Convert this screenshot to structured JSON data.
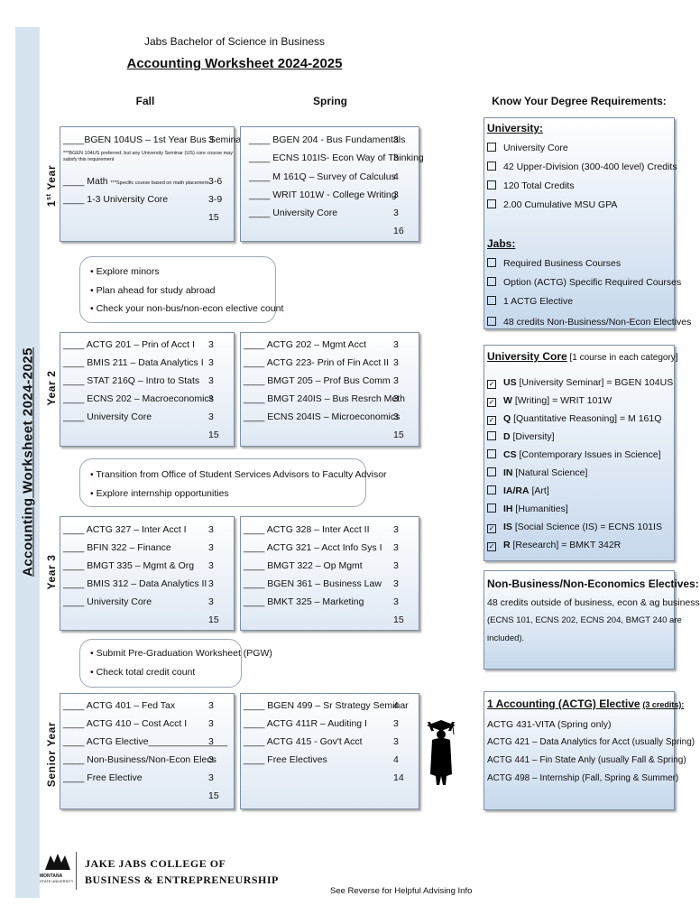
{
  "header": {
    "line1": "Jabs Bachelor of Science in Business",
    "line2": "Accounting Worksheet 2024-2025"
  },
  "columns": {
    "fall": "Fall",
    "spring": "Spring",
    "requirements": "Know Your Degree Requirements:"
  },
  "sidebar": {
    "title": "Accounting Worksheet 2024-2025"
  },
  "years": [
    {
      "label": "1st Year",
      "fall": [
        {
          "text": "____BGEN 104US – 1st Year Bus Seminar",
          "credits": "3"
        },
        {
          "text": "____ Math",
          "note": "***Specific course based on math placement",
          "credits": "3-6"
        },
        {
          "text": "____ 1-3 University Core",
          "credits": "3-9"
        }
      ],
      "fall_note": "***BGEN 104US preferred, but any University Seminar (US) core course may satisfy this requirement",
      "fall_total": "15",
      "spring": [
        {
          "text": "____ BGEN 204 - Bus Fundamentals",
          "credits": "3"
        },
        {
          "text": "____ ECNS 101IS- Econ Way of Thinking",
          "credits": "3"
        },
        {
          "text": "____ M 161Q – Survey of Calculus",
          "credits": "4"
        },
        {
          "text": "____ WRIT 101W - College Writing",
          "credits": "3"
        },
        {
          "text": "____ University Core",
          "credits": "3"
        }
      ],
      "spring_total": "16",
      "tips": [
        "Explore minors",
        "Plan ahead for study abroad",
        "Check your non-bus/non-econ elective count"
      ]
    },
    {
      "label": "Year 2",
      "fall": [
        {
          "text": "____ ACTG 201 – Prin of Acct I",
          "credits": "3"
        },
        {
          "text": "____ BMIS 211 – Data Analytics I",
          "credits": "3"
        },
        {
          "text": "____ STAT 216Q – Intro to Stats",
          "credits": "3"
        },
        {
          "text": "____ ECNS 202 – Macroeconomics",
          "credits": "3"
        },
        {
          "text": "____ University Core",
          "credits": "3"
        }
      ],
      "fall_total": "15",
      "spring": [
        {
          "text": "____ ACTG 202 – Mgmt Acct",
          "credits": "3"
        },
        {
          "text": "____ ACTG 223- Prin of Fin Acct II",
          "credits": "3"
        },
        {
          "text": "____ BMGT 205 – Prof Bus Comm",
          "credits": "3"
        },
        {
          "text": "____ BMGT 240IS – Bus Resrch Meth",
          "credits": "3"
        },
        {
          "text": "____ ECNS 204IS – Microeconomics",
          "credits": "3"
        }
      ],
      "spring_total": "15",
      "tips": [
        "Transition from Office of Student Services Advisors to Faculty Advisor",
        "Explore internship opportunities"
      ]
    },
    {
      "label": "Year 3",
      "fall": [
        {
          "text": "____ ACTG 327 – Inter Acct I",
          "credits": "3"
        },
        {
          "text": "____ BFIN 322 – Finance",
          "credits": "3"
        },
        {
          "text": "____ BMGT 335 – Mgmt & Org",
          "credits": "3"
        },
        {
          "text": "____ BMIS 312 – Data Analytics II",
          "credits": "3"
        },
        {
          "text": "____ University Core",
          "credits": "3"
        }
      ],
      "fall_total": "15",
      "spring": [
        {
          "text": "____ ACTG 328 – Inter Acct II",
          "credits": "3"
        },
        {
          "text": "____ ACTG 321 – Acct Info Sys I",
          "credits": "3"
        },
        {
          "text": "____ BMGT 322 – Op Mgmt",
          "credits": "3"
        },
        {
          "text": "____ BGEN 361 – Business Law",
          "credits": "3"
        },
        {
          "text": "____ BMKT 325 – Marketing",
          "credits": "3"
        }
      ],
      "spring_total": "15",
      "tips": [
        "Submit Pre-Graduation Worksheet (PGW)",
        "Check total credit count"
      ]
    },
    {
      "label": "Senior Year",
      "fall": [
        {
          "text": "____ ACTG 401 – Fed Tax",
          "credits": "3"
        },
        {
          "text": "____ ACTG 410 – Cost Acct I",
          "credits": "3"
        },
        {
          "text": "____ ACTG Elective_______________",
          "credits": "3"
        },
        {
          "text": "____ Non-Business/Non-Econ Elecs",
          "credits": "3"
        },
        {
          "text": "____ Free Elective",
          "credits": "3"
        }
      ],
      "fall_total": "15",
      "spring": [
        {
          "text": "____ BGEN 499 – Sr Strategy Seminar",
          "credits": "4"
        },
        {
          "text": "____ ACTG 411R – Auditing I",
          "credits": "3"
        },
        {
          "text": "____ ACTG 415 - Gov't Acct",
          "credits": "3"
        },
        {
          "text": "____ Free Electives",
          "credits": "4"
        }
      ],
      "spring_total": "14"
    }
  ],
  "requirements": {
    "university": {
      "heading": "University:",
      "items": [
        "University Core",
        "42 Upper-Division (300-400 level) Credits",
        "120 Total Credits",
        "2.00 Cumulative MSU GPA"
      ]
    },
    "jabs": {
      "heading": "Jabs:",
      "items": [
        "Required Business Courses",
        "Option (ACTG) Specific Required Courses",
        "1 ACTG Elective",
        "48 credits Non-Business/Non-Econ Electives"
      ]
    },
    "core": {
      "heading": "University Core",
      "heading_suffix": "[1 course in each category]",
      "items": [
        {
          "code": "US",
          "text": "[University Seminar] = BGEN 104US",
          "checked": true
        },
        {
          "code": "W",
          "text": "[Writing] = WRIT 101W",
          "checked": true
        },
        {
          "code": "Q",
          "text": "[Quantitative Reasoning] = M 161Q",
          "checked": true
        },
        {
          "code": "D",
          "text": "[Diversity]",
          "checked": false
        },
        {
          "code": "CS",
          "text": "[Contemporary Issues in Science]",
          "checked": false
        },
        {
          "code": "IN",
          "text": "[Natural Science]",
          "checked": false
        },
        {
          "code": "IA/RA",
          "text": "[Art]",
          "checked": false
        },
        {
          "code": "IH",
          "text": "[Humanities]",
          "checked": false
        },
        {
          "code": "IS",
          "text": "[Social Science (IS)  = ECNS 101IS",
          "checked": true
        },
        {
          "code": "R",
          "text": "[Research] = BMKT 342R",
          "checked": true
        }
      ]
    },
    "nonbus": {
      "heading": "Non-Business/Non-Economics Electives:",
      "line1": "48 credits outside of business, econ & ag business",
      "line2": "(ECNS 101, ECNS 202, ECNS  204, BMGT 240 are",
      "line3": "included)."
    },
    "actg_elective": {
      "heading": "1 Accounting (ACTG) Elective",
      "heading_suffix": "(3 credits):",
      "items": [
        "ACTG 431-VITA (Spring only)",
        "ACTG 421 – Data Analytics for Acct (usually Spring)",
        "ACTG 441 – Fin State Anly (usually Fall & Spring)",
        "ACTG 498 – Internship (Fall, Spring & Summer)"
      ]
    }
  },
  "footer": {
    "logo_line1": "MONTANA",
    "logo_line2": "STATE UNIVERSITY",
    "college_line1": "Jake Jabs College of",
    "college_line2": "Business & Entrepreneurship",
    "reverse_note": "See Reverse for Helpful Advising Info"
  }
}
